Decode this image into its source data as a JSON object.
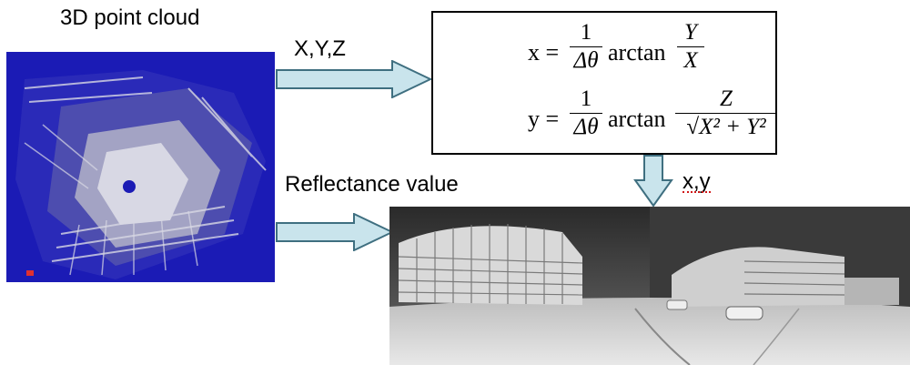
{
  "labels": {
    "point_cloud_title": "3D point cloud",
    "xyz": "X,Y,Z",
    "reflectance": "Reflectance value",
    "xy": "x,y"
  },
  "formula": {
    "eq1": {
      "lhs": "x =",
      "coef_num": "1",
      "coef_den": "Δθ",
      "func": "arctan",
      "num": "Y",
      "den": "X"
    },
    "eq2": {
      "lhs": "y =",
      "coef_num": "1",
      "coef_den": "Δθ",
      "func": "arctan",
      "num": "Z",
      "den": "√X² + Y²"
    }
  },
  "colors": {
    "arrow_fill": "#c9e4ec",
    "arrow_stroke": "#3f6f80",
    "cloud_bg": "#1b1bb5"
  }
}
